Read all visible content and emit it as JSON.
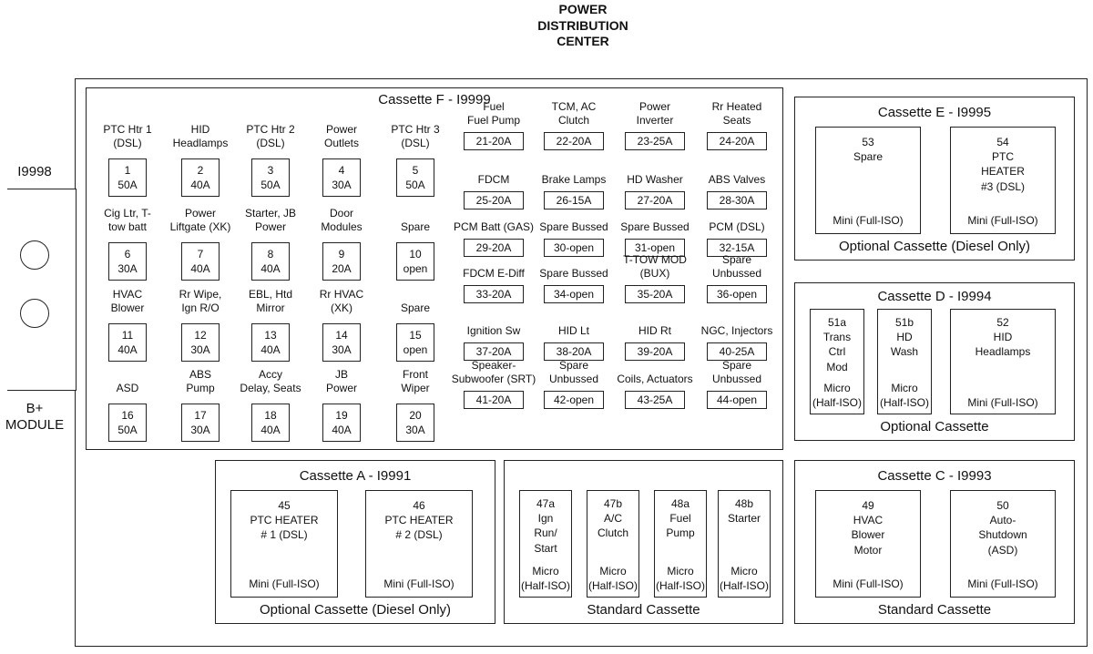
{
  "title": "POWER\nDISTRIBUTION\nCENTER",
  "left_module": {
    "id": "I9998",
    "name": "B+\nMODULE"
  },
  "cassette_f": {
    "title": "Cassette F - I9999",
    "left_rows": [
      [
        {
          "label": "PTC Htr 1\n(DSL)",
          "fuse": "1\n50A"
        },
        {
          "label": "HID\nHeadlamps",
          "fuse": "2\n40A"
        },
        {
          "label": "PTC Htr 2\n(DSL)",
          "fuse": "3\n50A"
        },
        {
          "label": "Power\nOutlets",
          "fuse": "4\n30A"
        },
        {
          "label": "PTC Htr 3\n(DSL)",
          "fuse": "5\n50A"
        }
      ],
      [
        {
          "label": "Cig Ltr, T-\ntow batt",
          "fuse": "6\n30A"
        },
        {
          "label": "Power\nLiftgate (XK)",
          "fuse": "7\n40A"
        },
        {
          "label": "Starter, JB\nPower",
          "fuse": "8\n40A"
        },
        {
          "label": "Door\nModules",
          "fuse": "9\n20A"
        },
        {
          "label": "Spare",
          "fuse": "10\nopen"
        }
      ],
      [
        {
          "label": "HVAC\nBlower",
          "fuse": "11\n40A"
        },
        {
          "label": "Rr Wipe,\nIgn R/O",
          "fuse": "12\n30A"
        },
        {
          "label": "EBL, Htd\nMirror",
          "fuse": "13\n40A"
        },
        {
          "label": "Rr HVAC\n(XK)",
          "fuse": "14\n30A"
        },
        {
          "label": "Spare",
          "fuse": "15\nopen"
        }
      ],
      [
        {
          "label": "ASD",
          "fuse": "16\n50A"
        },
        {
          "label": "ABS\nPump",
          "fuse": "17\n30A"
        },
        {
          "label": "Accy\nDelay, Seats",
          "fuse": "18\n40A"
        },
        {
          "label": "JB\nPower",
          "fuse": "19\n40A"
        },
        {
          "label": "Front\nWiper",
          "fuse": "20\n30A"
        }
      ]
    ],
    "right_rows": [
      [
        {
          "label": "Fuel\nFuel Pump",
          "fuse": "21-20A"
        },
        {
          "label": "TCM, AC\nClutch",
          "fuse": "22-20A"
        },
        {
          "label": "Power\nInverter",
          "fuse": "23-25A"
        },
        {
          "label": "Rr Heated\nSeats",
          "fuse": "24-20A"
        }
      ],
      [
        {
          "label": "FDCM",
          "fuse": "25-20A"
        },
        {
          "label": "Brake Lamps",
          "fuse": "26-15A"
        },
        {
          "label": "HD Washer",
          "fuse": "27-20A"
        },
        {
          "label": "ABS Valves",
          "fuse": "28-30A"
        }
      ],
      [
        {
          "label": "PCM Batt (GAS)",
          "fuse": "29-20A"
        },
        {
          "label": "Spare Bussed",
          "fuse": "30-open"
        },
        {
          "label": "Spare Bussed",
          "fuse": "31-open"
        },
        {
          "label": "PCM (DSL)",
          "fuse": "32-15A"
        }
      ],
      [
        {
          "label": "FDCM E-Diff",
          "fuse": "33-20A"
        },
        {
          "label": "Spare Bussed",
          "fuse": "34-open"
        },
        {
          "label": "T-TOW MOD\n(BUX)",
          "fuse": "35-20A"
        },
        {
          "label": "Spare\nUnbussed",
          "fuse": "36-open"
        }
      ],
      [
        {
          "label": "Ignition Sw",
          "fuse": "37-20A"
        },
        {
          "label": "HID Lt",
          "fuse": "38-20A"
        },
        {
          "label": "HID Rt",
          "fuse": "39-20A"
        },
        {
          "label": "NGC, Injectors",
          "fuse": "40-25A"
        }
      ],
      [
        {
          "label": "Speaker-\nSubwoofer (SRT)",
          "fuse": "41-20A"
        },
        {
          "label": "Spare\nUnbussed",
          "fuse": "42-open"
        },
        {
          "label": "Coils, Actuators",
          "fuse": "43-25A"
        },
        {
          "label": "Spare\nUnbussed",
          "fuse": "44-open"
        }
      ]
    ]
  },
  "cassette_e": {
    "title": "Cassette E - I9995",
    "relays": [
      {
        "top": "53\nSpare",
        "bottom": "Mini (Full-ISO)"
      },
      {
        "top": "54\nPTC\nHEATER\n#3 (DSL)",
        "bottom": "Mini (Full-ISO)"
      }
    ],
    "footer": "Optional Cassette (Diesel Only)"
  },
  "cassette_d": {
    "title": "Cassette D - I9994",
    "relays": [
      {
        "top": "51a\nTrans\nCtrl\nMod",
        "bottom": "Micro\n(Half-ISO)"
      },
      {
        "top": "51b\nHD\nWash",
        "bottom": "Micro\n(Half-ISO)"
      },
      {
        "top": "52\nHID\nHeadlamps",
        "bottom": "Mini (Full-ISO)"
      }
    ],
    "footer": "Optional Cassette"
  },
  "cassette_a": {
    "title": "Cassette A - I9991",
    "relays": [
      {
        "top": "45\nPTC HEATER\n# 1 (DSL)",
        "bottom": "Mini (Full-ISO)"
      },
      {
        "top": "46\nPTC HEATER\n# 2 (DSL)",
        "bottom": "Mini (Full-ISO)"
      }
    ],
    "footer": "Optional Cassette (Diesel Only)"
  },
  "cassette_b": {
    "relays": [
      {
        "top": "47a\nIgn\nRun/\nStart",
        "bottom": "Micro\n(Half-ISO)"
      },
      {
        "top": "47b\nA/C\nClutch",
        "bottom": "Micro\n(Half-ISO)"
      },
      {
        "top": "48a\nFuel\nPump",
        "bottom": "Micro\n(Half-ISO)"
      },
      {
        "top": "48b\nStarter",
        "bottom": "Micro\n(Half-ISO)"
      }
    ],
    "footer": "Standard Cassette"
  },
  "cassette_c": {
    "title": "Cassette C - I9993",
    "relays": [
      {
        "top": "49\nHVAC\nBlower\nMotor",
        "bottom": "Mini (Full-ISO)"
      },
      {
        "top": "50\nAuto-\nShutdown\n(ASD)",
        "bottom": "Mini (Full-ISO)"
      }
    ],
    "footer": "Standard Cassette"
  }
}
